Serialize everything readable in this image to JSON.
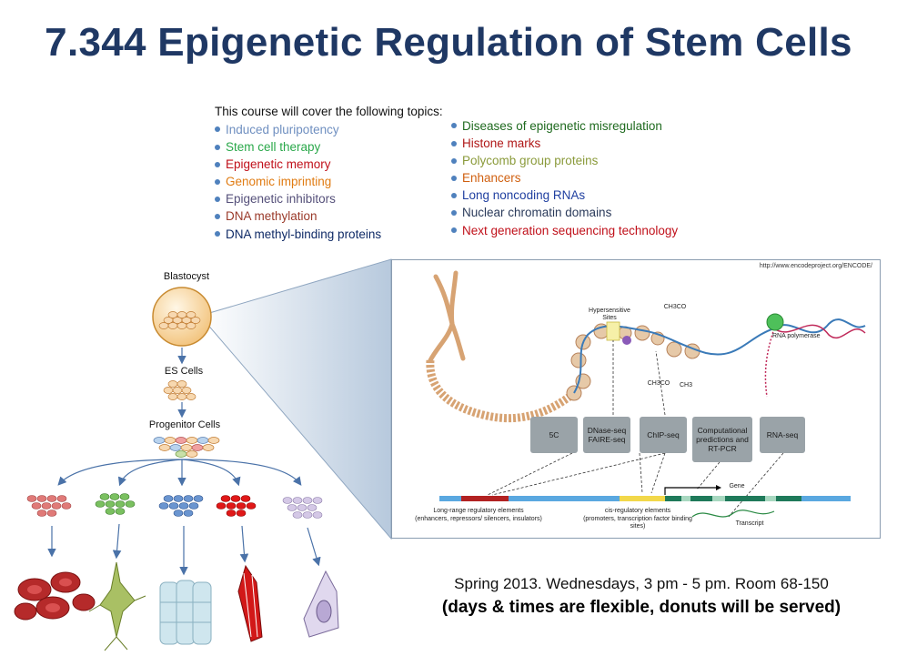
{
  "title": "7.344  Epigenetic Regulation of Stem Cells",
  "intro": "This course will cover the following topics:",
  "topics_left": [
    {
      "label": "Induced pluripotency",
      "color": "#6f8fc0"
    },
    {
      "label": "Stem cell therapy",
      "color": "#2aa84a"
    },
    {
      "label": "Epigenetic memory",
      "color": "#c0101a"
    },
    {
      "label": "Genomic imprinting",
      "color": "#e07b12"
    },
    {
      "label": "Epigenetic inhibitors",
      "color": "#55507a"
    },
    {
      "label": "DNA methylation",
      "color": "#9a3a2a"
    },
    {
      "label": "DNA methyl-binding proteins",
      "color": "#0f2a66"
    }
  ],
  "topics_right": [
    {
      "label": "Diseases of epigenetic misregulation",
      "color": "#1f6a1f"
    },
    {
      "label": "Histone marks",
      "color": "#b01818"
    },
    {
      "label": "Polycomb  group proteins",
      "color": "#8a9a3a"
    },
    {
      "label": "Enhancers",
      "color": "#d06010"
    },
    {
      "label": "Long noncoding RNAs",
      "color": "#1f3fa0"
    },
    {
      "label": "Nuclear chromatin domains",
      "color": "#2a3a5a"
    },
    {
      "label": "Next generation sequencing technology",
      "color": "#c0101a"
    }
  ],
  "cell_diagram": {
    "blastocyst": "Blastocyst",
    "es_cells": "ES Cells",
    "progenitor": "Progenitor Cells"
  },
  "encode": {
    "url": "http://www.encodeproject.org/ENCODE/",
    "hypersensitive": "Hypersensitive Sites",
    "ch3co_top": "CH3CO",
    "ch3co_mid": "CH3CO",
    "ch3": "CH3",
    "rna_polymerase": "RNA polymerase",
    "methods": [
      "5C",
      "DNase-seq FAIRE-seq",
      "ChIP-seq",
      "Computational predictions and RT-PCR",
      "RNA-seq"
    ],
    "gene": "Gene",
    "transcript": "Transcript",
    "long_range": "Long-range regulatory elements",
    "long_range_sub": "(enhancers, repressors/ silencers, insulators)",
    "cis_reg": "cis-regulatory elements",
    "cis_reg_sub": "(promoters, transcription factor binding sites)"
  },
  "footer": {
    "line1": "Spring 2013. Wednesdays, 3 pm - 5 pm. Room 68-150",
    "line2": "(days & times are flexible, donuts will be served)"
  }
}
